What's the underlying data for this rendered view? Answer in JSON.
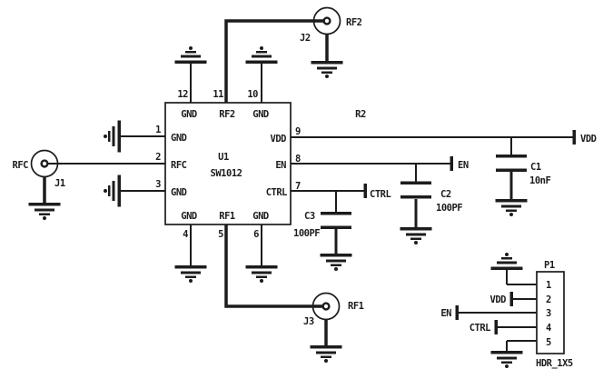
{
  "ic": {
    "refdes": "U1",
    "part": "SW1012",
    "top_pins": [
      {
        "num": "12",
        "name": "GND"
      },
      {
        "num": "11",
        "name": "RF2"
      },
      {
        "num": "10",
        "name": "GND"
      }
    ],
    "left_pins": [
      {
        "num": "1",
        "name": "GND"
      },
      {
        "num": "2",
        "name": "RFC"
      },
      {
        "num": "3",
        "name": "GND"
      }
    ],
    "right_pins": [
      {
        "num": "9",
        "name": "VDD"
      },
      {
        "num": "8",
        "name": "EN"
      },
      {
        "num": "7",
        "name": "CTRL"
      }
    ],
    "bottom_pins": [
      {
        "num": "4",
        "name": "GND"
      },
      {
        "num": "5",
        "name": "RF1"
      },
      {
        "num": "6",
        "name": "GND"
      }
    ]
  },
  "connectors": {
    "j1": {
      "refdes": "J1",
      "net": "RFC"
    },
    "j2": {
      "refdes": "J2",
      "net": "RF2"
    },
    "j3": {
      "refdes": "J3",
      "net": "RF1"
    }
  },
  "resistor": {
    "refdes": "R2"
  },
  "capacitors": {
    "c1": {
      "refdes": "C1",
      "value": "10nF"
    },
    "c2": {
      "refdes": "C2",
      "value": "100PF"
    },
    "c3": {
      "refdes": "C3",
      "value": "100PF"
    }
  },
  "net_labels": {
    "vdd": "VDD",
    "en": "EN",
    "ctrl": "CTRL"
  },
  "header": {
    "refdes": "P1",
    "footprint": "HDR_1X5",
    "pins": [
      "1",
      "2",
      "3",
      "4",
      "5"
    ],
    "nets": {
      "vdd": "VDD",
      "en": "EN",
      "ctrl": "CTRL"
    }
  },
  "colors": {
    "ink": "#1c1c1c",
    "background": "#ffffff"
  }
}
